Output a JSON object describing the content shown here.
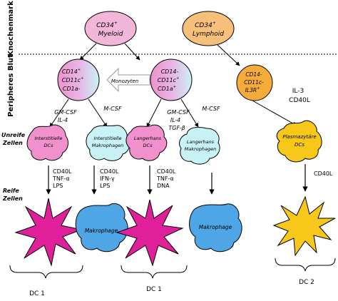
{
  "side_labels": {
    "bone_marrow": "Knochenmark",
    "peripheral_blood": "Peripheres Blut"
  },
  "progenitors": {
    "myeloid": [
      "CD34",
      "+",
      "Myeloid"
    ],
    "lymphoid": [
      "CD34",
      "+",
      "Lymphoid"
    ]
  },
  "blood_cells": {
    "left": [
      "CD14",
      "+",
      "CD11c",
      "+",
      "CD1a",
      "-"
    ],
    "center": [
      "CD14-",
      "CD11c",
      "+",
      "CD1a",
      "+"
    ],
    "right": [
      "CD14-",
      "CD11c-",
      "IL3R",
      "+"
    ]
  },
  "monocyte_label": "Monozyten",
  "stage_labels": {
    "immature": [
      "Unreife",
      "Zellen"
    ],
    "mature": [
      "Reife",
      "Zellen"
    ]
  },
  "factors": {
    "gmcsf_left": [
      "GM-CSF",
      "IL-4"
    ],
    "mcsf_left": "M-CSF",
    "gmcsf_center": [
      "GM-CSF",
      "IL-4",
      "TGF-β"
    ],
    "mcsf_center": "M-CSF",
    "il3": [
      "IL-3",
      "CD40L"
    ]
  },
  "immature_cells": {
    "interstitial_dcs": [
      "Interstitielle",
      "DCs"
    ],
    "interstitial_macro": [
      "Interstitielle",
      "Makrophagen"
    ],
    "langerhans_dcs": [
      "Langerhans",
      "DCs"
    ],
    "langerhans_macro": [
      "Langerhans",
      "Makrophagen"
    ],
    "plasmacytoid": [
      "Plasmazytäre",
      "DCs"
    ]
  },
  "maturation_stimuli": {
    "s1": [
      "CD40L",
      "TNF-α",
      "LPS"
    ],
    "s2": [
      "CD40L",
      "IFN-γ",
      "LPS"
    ],
    "s3": [
      "CD40L",
      "TNF-α",
      "DNA"
    ],
    "s4": "CD40L"
  },
  "mature_cells": {
    "macrophage_1": "Makrophage",
    "macrophage_2": "Makrophage"
  },
  "group_labels": {
    "dc1_left": "DC 1",
    "dc1_center": "DC 1",
    "dc2": "DC 2"
  },
  "colors": {
    "myeloid_progenitor": "#f2b6d8",
    "lymphoid_progenitor": "#f7c07a",
    "dc_magenta": "#e0209a",
    "macrophage_cyan": "#c8f2f6",
    "macrophage_blue": "#4ea6e6",
    "plasmacytoid_yellow": "#f7c81a",
    "mature_dc2_yellow": "#f7c81a",
    "lymphoid_orange": "#f7ac3a"
  }
}
